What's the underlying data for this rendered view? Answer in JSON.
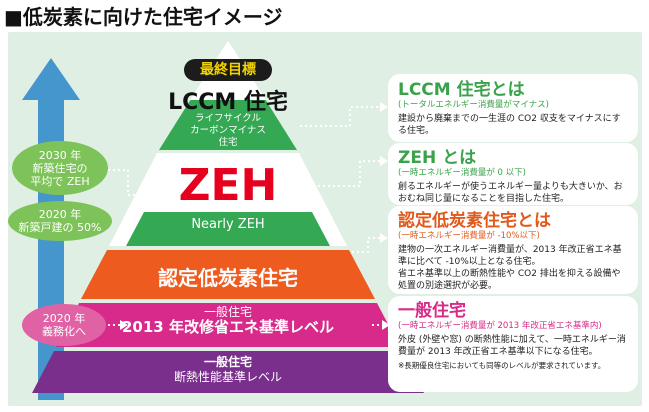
{
  "title": "■低炭素に向けた住宅イメージ",
  "colors": {
    "panel_bg": "#dfefe4",
    "lccm_green": "#34a853",
    "zeh_white": "#ffffff",
    "orange": "#ee5b1f",
    "pink": "#d72a8a",
    "purple": "#7a2f8c",
    "arrow_blue": "#2a86c8",
    "zeh_red": "#e6001e"
  },
  "pyramid": {
    "goal_badge": "最終目標",
    "lccm": {
      "title": "LCCM 住宅",
      "subtitle": "ライフサイクル\nカーボンマイナス\n住宅"
    },
    "zeh": {
      "title": "ZEH",
      "nearly": "Nearly ZEH"
    },
    "nintei": {
      "title": "認定低炭素住宅"
    },
    "ippan_2013": {
      "line1": "一般住宅",
      "line2": "2013 年改修省エネ基準レベル"
    },
    "ippan_base": {
      "line1": "一般住宅",
      "line2": "断熱性能基準レベル"
    }
  },
  "left_labels": {
    "label_2030": "2030 年\n新築住宅の\n平均で ZEH",
    "label_2020_half": "2020 年\n新築戸建の 50%",
    "label_2020_duty": "2020 年\n義務化へ"
  },
  "cards": [
    {
      "id": "lccm",
      "heading": "LCCM 住宅とは",
      "subheading": "(トータルエネルギー消費量がマイナス)",
      "body": "建設から廃棄までの一生涯の CO2 収支をマイナスにする住宅。"
    },
    {
      "id": "zeh",
      "heading": "ZEH とは",
      "subheading": "(一時エネルギー消費量が 0 以下)",
      "body": "創るエネルギーが使うエネルギー量よりも大きいか、おおむね同じ量になることを目指した住宅。"
    },
    {
      "id": "nintei",
      "heading": "認定低炭素住宅とは",
      "subheading": "(一時エネルギー消費量が -10%以下)",
      "body": "建物の一次エネルギー消費量が、2013 年改正省エネ基準に比べて -10%以上となる住宅。\n省エネ基準以上の断熱性能や CO2 排出を抑える設備や処置の別途選択が必要。"
    },
    {
      "id": "ippan",
      "heading": "一般住宅",
      "subheading": "(一時エネルギー消費量が 2013 年改正省エネ基準内)",
      "body": "外皮 (外壁や窓) の断熱性能に加えて、一時エネルギー消費量が 2013 年改正省エネ基準以下になる住宅。",
      "note": "※長期優良住宅においても同等のレベルが要求されています。"
    }
  ]
}
